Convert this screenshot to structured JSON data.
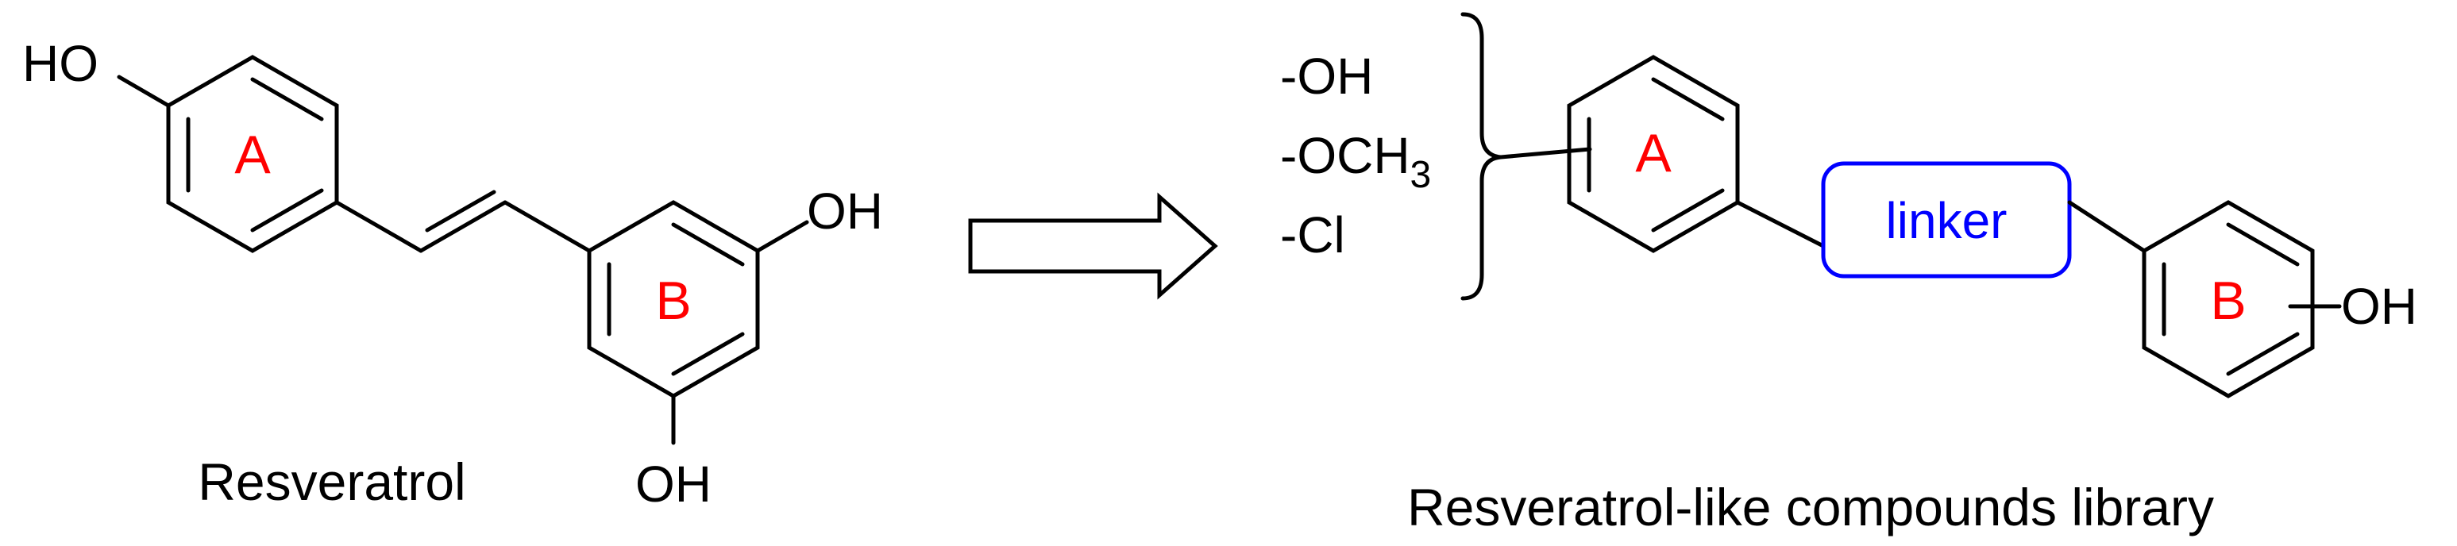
{
  "resveratrol": {
    "name": "Resveratrol",
    "ring_a": "A",
    "ring_b": "B",
    "top_hydroxyl": "HO",
    "right_hydroxyl": "OH",
    "bottom_hydroxyl": "OH"
  },
  "library": {
    "name": "Resveratrol-like compounds library",
    "substituents": [
      {
        "prefix": "-OH",
        "subscript": ""
      },
      {
        "prefix": "-OCH",
        "subscript": "3"
      },
      {
        "prefix": "-Cl",
        "subscript": ""
      }
    ],
    "ring_a": "A",
    "ring_b": "B",
    "linker": "linker",
    "ring_b_substituent": "OH"
  },
  "colors": {
    "ring_label": "#ff0000",
    "linker": "#0000ff",
    "bond": "#000000"
  }
}
